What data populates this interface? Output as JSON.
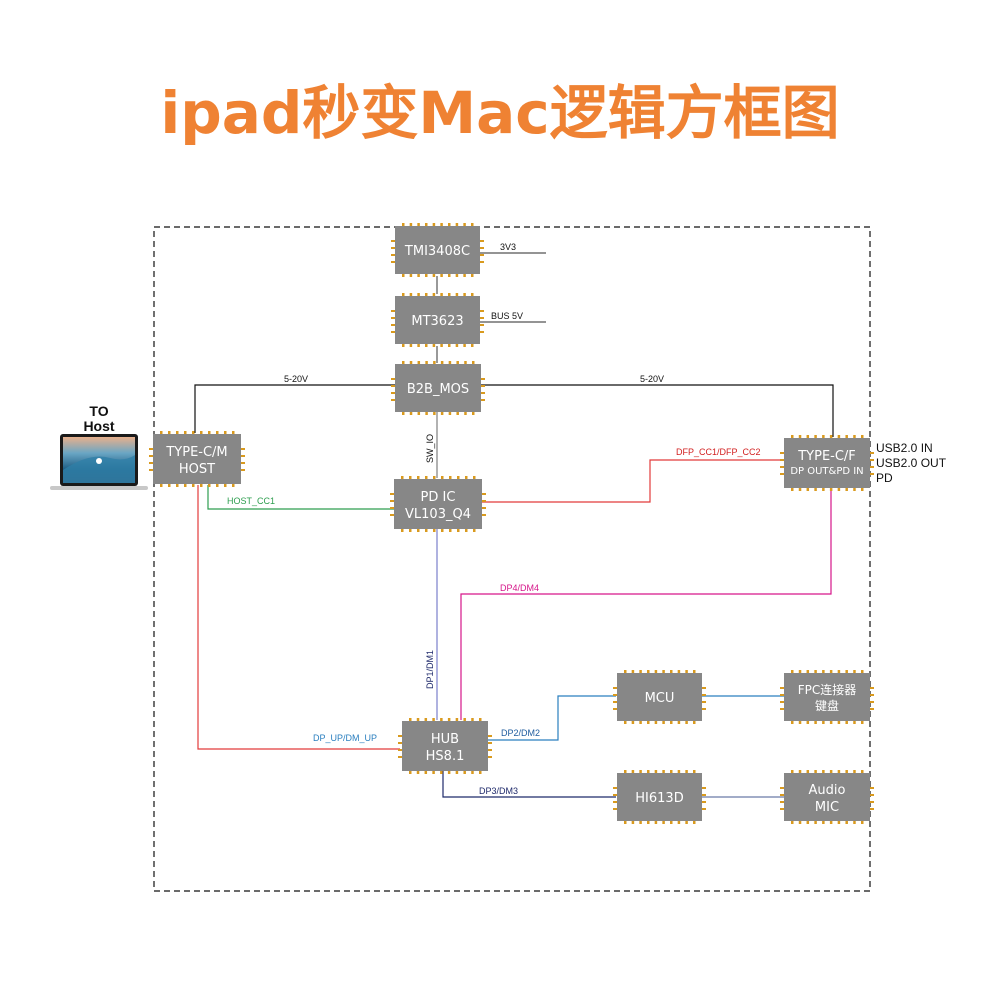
{
  "title": "ipad秒变Mac逻辑方框图",
  "colors": {
    "title": "#ef8233",
    "chip_fill": "#878787",
    "pin": "#d99a1e",
    "power": "#111111",
    "host_cc1": "#2e9e4f",
    "dfp_cc": "#e23b3b",
    "dp4_dm4": "#d6168a",
    "dp1_dm1": "#7a7fcc",
    "dp_up": "#e23b3b",
    "dp2_dm2": "#2a7fbf",
    "dp3_dm3": "#1f2a6b",
    "sw_io": "#999999"
  },
  "host": {
    "label_line1": "TO",
    "label_line2": "Host",
    "icon": "laptop-icon"
  },
  "chips": {
    "tmi3408c": {
      "lines": [
        "TMI3408C"
      ]
    },
    "mt3623": {
      "lines": [
        "MT3623"
      ]
    },
    "b2b_mos": {
      "lines": [
        "B2B_MOS"
      ]
    },
    "typec_m": {
      "lines": [
        "TYPE-C/M",
        "HOST"
      ]
    },
    "pd_ic": {
      "lines": [
        "PD IC",
        "VL103_Q4"
      ]
    },
    "typec_f": {
      "lines": [
        "TYPE-C/F",
        "DP OUT&PD IN"
      ]
    },
    "mcu": {
      "lines": [
        "MCU"
      ]
    },
    "fpc": {
      "lines": [
        "FPC连接器",
        "键盘"
      ]
    },
    "hub": {
      "lines": [
        "HUB",
        "HS8.1"
      ]
    },
    "hi613d": {
      "lines": [
        "HI613D"
      ]
    },
    "audio": {
      "lines": [
        "Audio",
        "MIC"
      ]
    }
  },
  "signals": {
    "v3v3": "3V3",
    "bus5v": "BUS 5V",
    "v5_20_left": "5-20V",
    "v5_20_right": "5-20V",
    "sw_io": "SW_IO",
    "host_cc1": "HOST_CC1",
    "dfp_cc": "DFP_CC1/DFP_CC2",
    "dp4_dm4": "DP4/DM4",
    "dp1_dm1": "DP1/DM1",
    "dp_up": "DP_UP/DM_UP",
    "dp2_dm2": "DP2/DM2",
    "dp3_dm3": "DP3/DM3"
  },
  "typec_f_ports": [
    "USB2.0 IN",
    "USB2.0 OUT",
    "PD"
  ]
}
